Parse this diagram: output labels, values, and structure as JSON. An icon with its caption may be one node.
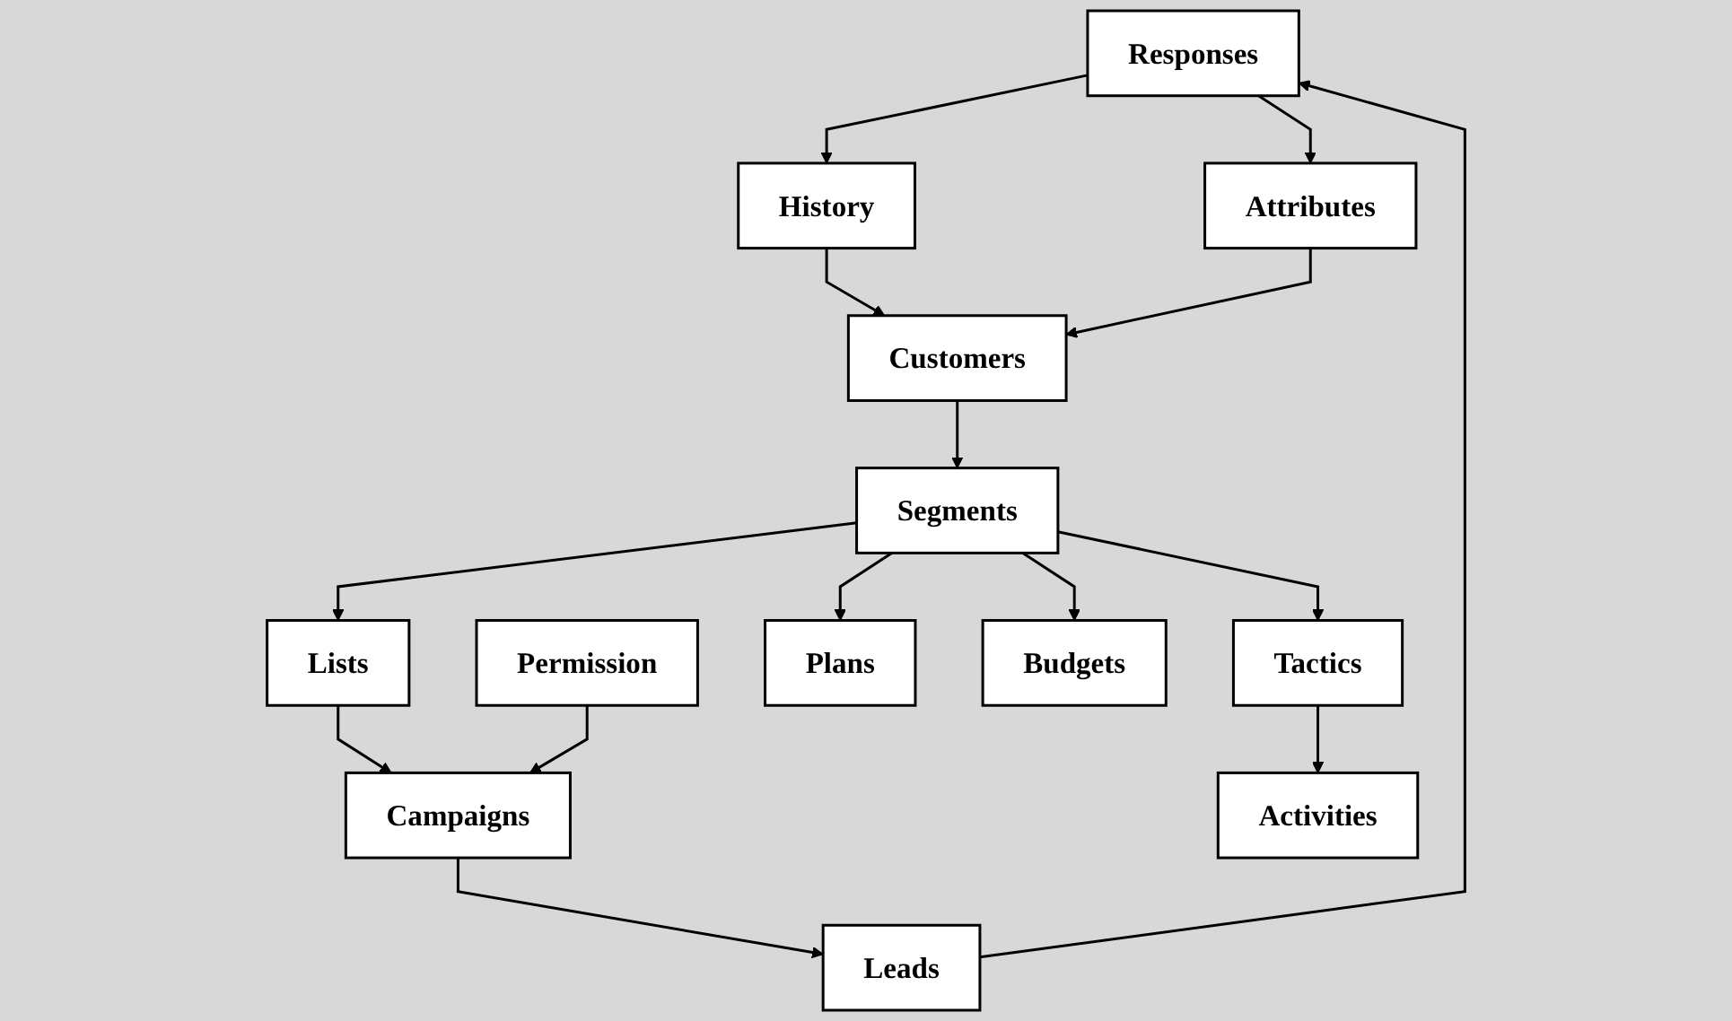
{
  "diagram": {
    "nodes": [
      {
        "text": [
          "Responses"
        ]
      },
      {
        "text": [
          "History"
        ]
      },
      {
        "text": [
          "Customers"
        ]
      },
      {
        "text": [
          "Attributes"
        ]
      },
      {
        "text": [
          "Permission"
        ]
      },
      {
        "text": [
          "Segments"
        ]
      },
      {
        "text": [
          "Lists"
        ]
      },
      {
        "text": [
          "Campaigns"
        ]
      },
      {
        "text": [
          "Leads"
        ]
      },
      {
        "text": [
          "Plans"
        ]
      },
      {
        "text": [
          "Budgets"
        ]
      },
      {
        "text": [
          "Tactics"
        ]
      },
      {
        "text": [
          "Activities"
        ]
      }
    ],
    "edges": [
      {
        "from": 0,
        "to": 1,
        "arrow": "to"
      },
      {
        "from": 0,
        "to": 3,
        "arrow": "to"
      },
      {
        "from": 1,
        "to": 2,
        "arrow": "to"
      },
      {
        "from": 3,
        "to": 2,
        "arrow": "to"
      },
      {
        "from": 2,
        "to": 5,
        "arrow": "to"
      },
      {
        "from": 5,
        "to": 6,
        "arrow": "to"
      },
      {
        "from": 6,
        "to": 7,
        "arrow": "to"
      },
      {
        "from": 4,
        "to": 7,
        "arrow": "to"
      },
      {
        "from": 7,
        "to": 8,
        "arrow": "to"
      },
      {
        "from": 8,
        "to": 0,
        "arrow": "to"
      },
      {
        "from": 5,
        "to": 9,
        "arrow": "to"
      },
      {
        "from": 5,
        "to": 10,
        "arrow": "to"
      },
      {
        "from": 5,
        "to": 11,
        "arrow": "to"
      },
      {
        "from": 11,
        "to": 12,
        "arrow": "to"
      }
    ]
  }
}
